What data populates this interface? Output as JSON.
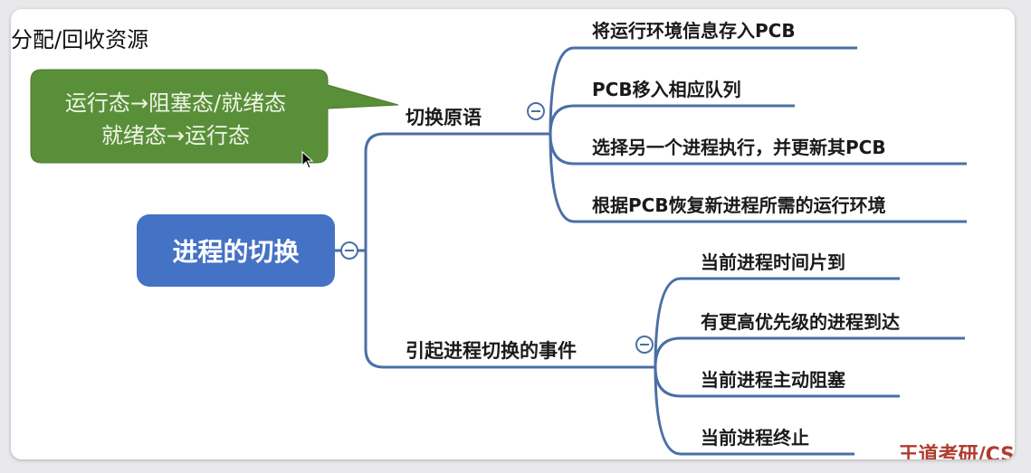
{
  "header": {
    "title": "分配/回收资源"
  },
  "callout": {
    "line1": "运行态→阻塞态/就绪态",
    "line2": "就绪态→运行态",
    "color": "#5a8f3a"
  },
  "root": {
    "label": "进程的切换",
    "color": "#4472c4"
  },
  "branches": [
    {
      "label": "切换原语",
      "children": [
        "将运行环境信息存入PCB",
        "PCB移入相应队列",
        "选择另一个进程执行，并更新其PCB",
        "根据PCB恢复新进程所需的运行环境"
      ]
    },
    {
      "label": "引起进程切换的事件",
      "children": [
        "当前进程时间片到",
        "有更高优先级的进程到达",
        "当前进程主动阻塞",
        "当前进程终止"
      ]
    }
  ],
  "watermark": "王道考研/CS",
  "line_color": "#4a6fa5"
}
